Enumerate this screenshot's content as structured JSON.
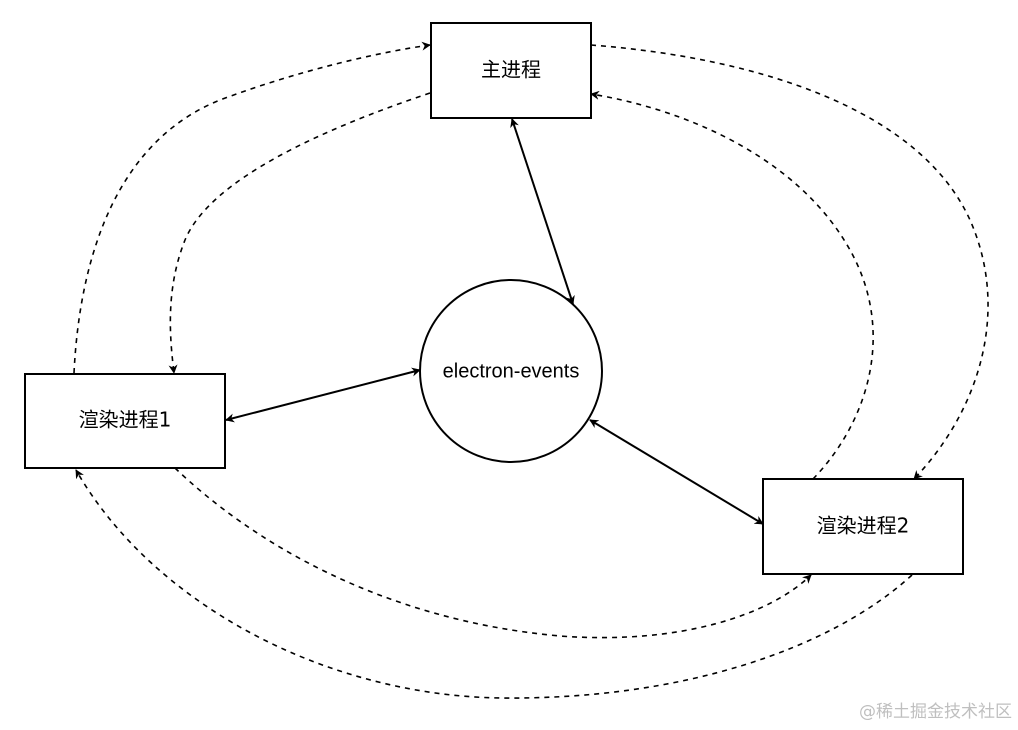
{
  "diagram": {
    "nodes": {
      "main_process": "主进程",
      "renderer_1": "渲染进程1",
      "renderer_2": "渲染进程2",
      "hub": "electron-events"
    },
    "edges": [
      {
        "from": "main_process",
        "to": "hub",
        "style": "solid",
        "direction": "both"
      },
      {
        "from": "renderer_1",
        "to": "hub",
        "style": "solid",
        "direction": "both"
      },
      {
        "from": "renderer_2",
        "to": "hub",
        "style": "solid",
        "direction": "both"
      },
      {
        "from": "renderer_1",
        "to": "main_process",
        "style": "dashed",
        "direction": "forward"
      },
      {
        "from": "main_process",
        "to": "renderer_1",
        "style": "dashed",
        "direction": "forward"
      },
      {
        "from": "main_process",
        "to": "renderer_2",
        "style": "dashed",
        "direction": "forward"
      },
      {
        "from": "renderer_2",
        "to": "main_process",
        "style": "dashed",
        "direction": "forward"
      },
      {
        "from": "renderer_1",
        "to": "renderer_2",
        "style": "dashed",
        "direction": "forward"
      },
      {
        "from": "renderer_2",
        "to": "renderer_1",
        "style": "dashed",
        "direction": "forward"
      }
    ],
    "colors": {
      "stroke": "#000000",
      "background": "#ffffff",
      "watermark": "#bfbfbf"
    }
  },
  "watermark": "@稀土掘金技术社区"
}
